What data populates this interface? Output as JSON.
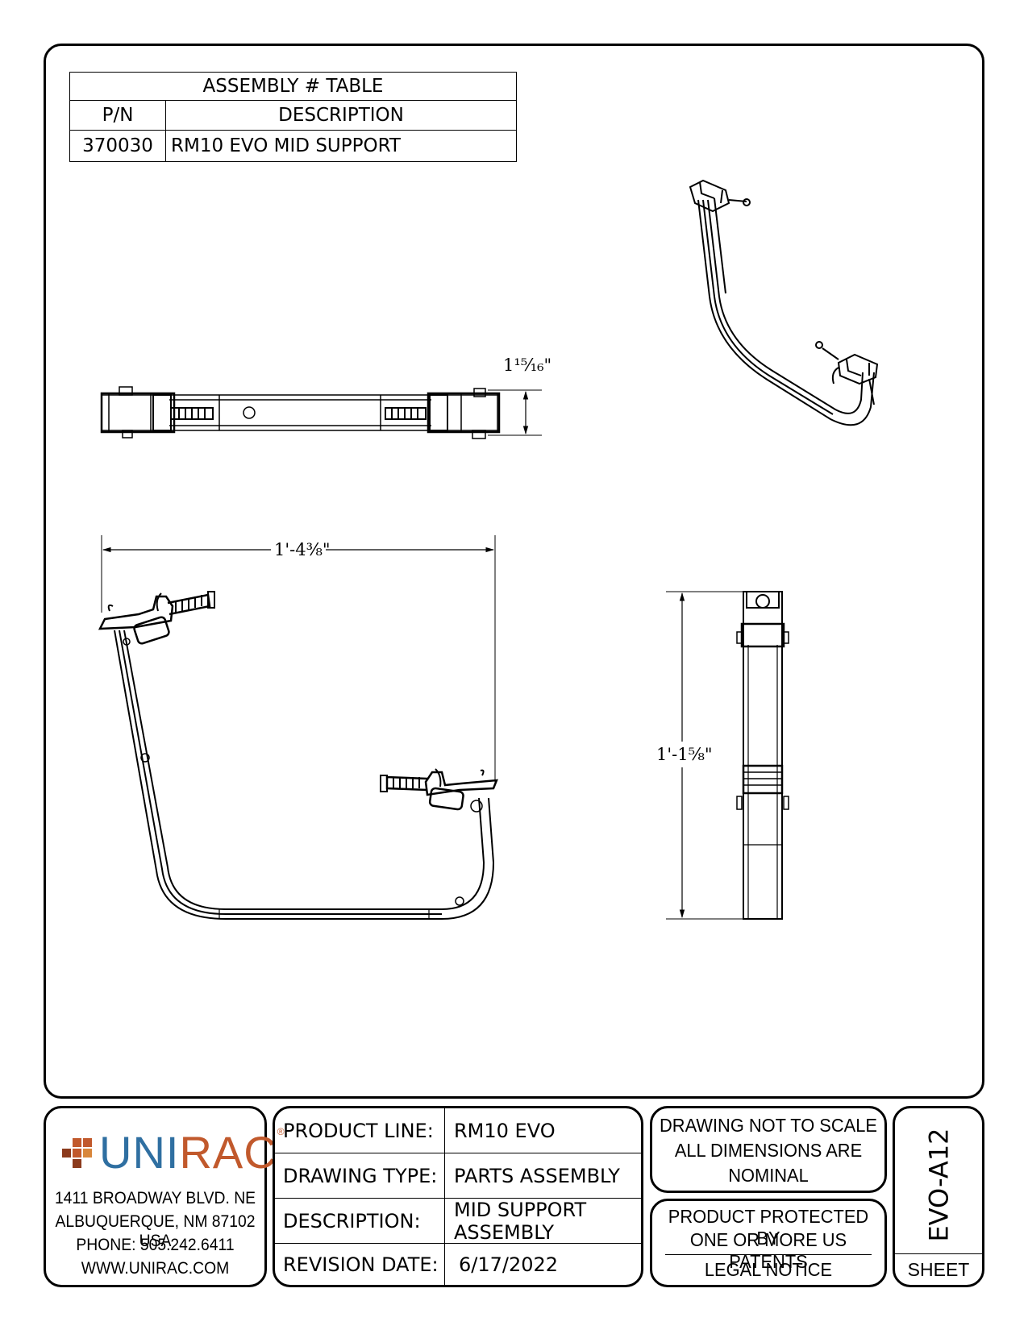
{
  "assembly_table": {
    "title": "ASSEMBLY # TABLE",
    "columns": [
      "P/N",
      "DESCRIPTION"
    ],
    "rows": [
      {
        "pn": "370030",
        "description": "RM10 EVO MID SUPPORT"
      }
    ]
  },
  "dimensions": {
    "height_small": "1¹⁵⁄₁₆\"",
    "width": "1'-4³⁄₈\"",
    "length": "1'-1⁵⁄₈\""
  },
  "company": {
    "logo_uni": "UNI",
    "logo_rac": "RAC",
    "logo_reg": "®",
    "address_1": "1411 BROADWAY BLVD. NE",
    "address_2": "ALBUQUERQUE, NM 87102 USA",
    "phone": "PHONE: 505.242.6411",
    "web": "WWW.UNIRAC.COM",
    "colors": {
      "uni": "#2f6fa1",
      "rac": "#c1592c"
    }
  },
  "info": {
    "product_line_label": "PRODUCT LINE:",
    "product_line": "RM10 EVO",
    "drawing_type_label": "DRAWING TYPE:",
    "drawing_type": "PARTS ASSEMBLY",
    "description_label": "DESCRIPTION:",
    "description_1": "MID SUPPORT",
    "description_2": "ASSEMBLY",
    "revision_label": "REVISION DATE:",
    "revision_date": "6/17/2022"
  },
  "notes": {
    "scale_1": "DRAWING NOT TO SCALE",
    "scale_2": "ALL DIMENSIONS ARE",
    "scale_3": "NOMINAL",
    "patent_1": "PRODUCT PROTECTED BY",
    "patent_2": "ONE OR MORE US PATENTS",
    "legal": "LEGAL NOTICE"
  },
  "sheet": {
    "id": "EVO-A12",
    "label": "SHEET"
  }
}
